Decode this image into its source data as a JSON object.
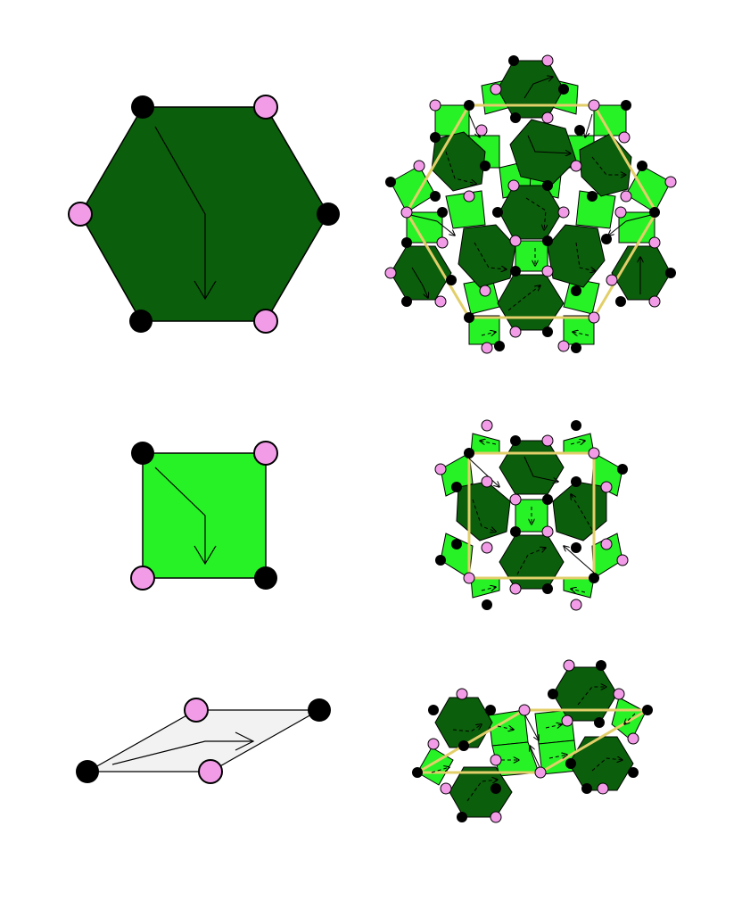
{
  "colors": {
    "dark_tile": "#0b5e0b",
    "light_tile": "#26f226",
    "rhombus": "#f2f2f2",
    "vertex_black": "#000000",
    "vertex_pink": "#f29ce8",
    "outline_yellow": "#e2cf6a",
    "stroke": "#000000"
  },
  "rows": [
    {
      "prototile": "hexagon",
      "prototile_fill": "dark_tile",
      "tiling": "hexagon-square-triangle",
      "outline_shape": "hexagon"
    },
    {
      "prototile": "square",
      "prototile_fill": "light_tile",
      "tiling": "square-patch",
      "outline_shape": "square"
    },
    {
      "prototile": "rhombus",
      "prototile_fill": "rhombus",
      "tiling": "rhombus-patch",
      "outline_shape": "rhombus"
    }
  ],
  "icons": {
    "vertex_marker": "circle",
    "arrow": "curved-arrow"
  }
}
